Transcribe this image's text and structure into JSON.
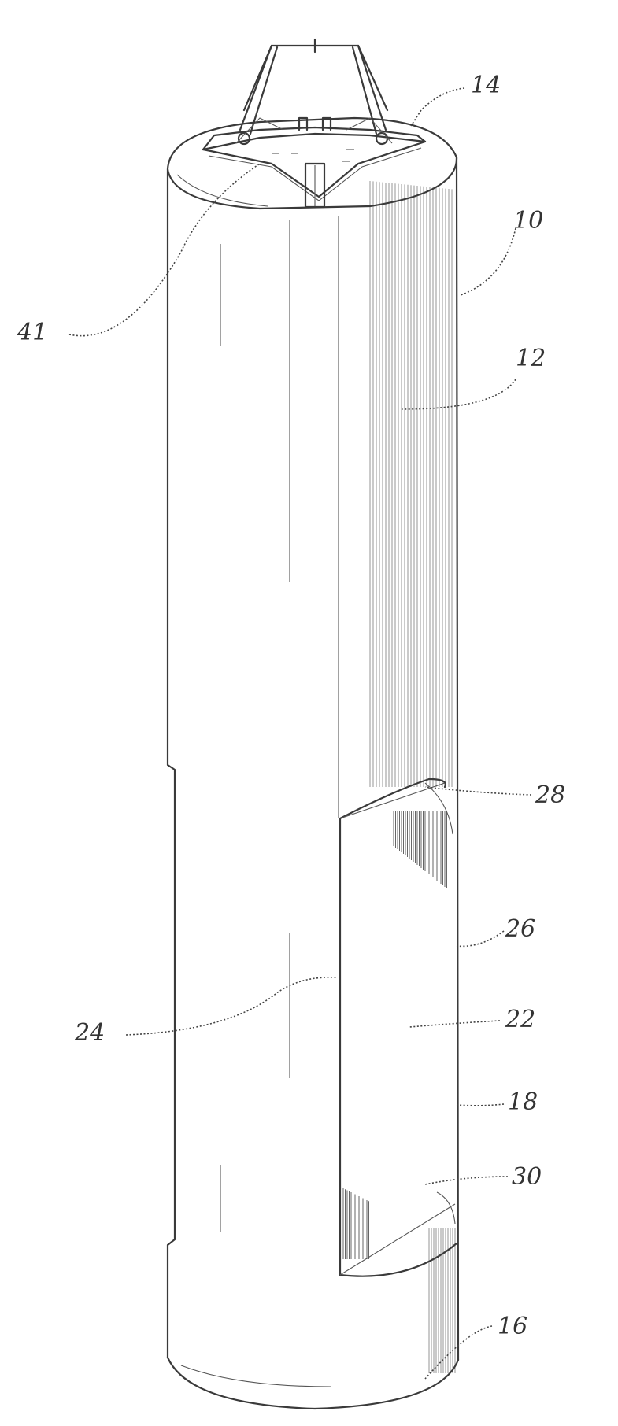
{
  "figure": {
    "reference_labels": [
      {
        "id": "14",
        "text": "14"
      },
      {
        "id": "10",
        "text": "10"
      },
      {
        "id": "41",
        "text": "41"
      },
      {
        "id": "12",
        "text": "12"
      },
      {
        "id": "28",
        "text": "28"
      },
      {
        "id": "26",
        "text": "26"
      },
      {
        "id": "22",
        "text": "22"
      },
      {
        "id": "24",
        "text": "24"
      },
      {
        "id": "18",
        "text": "18"
      },
      {
        "id": "30",
        "text": "30"
      },
      {
        "id": "16",
        "text": "16"
      }
    ]
  }
}
